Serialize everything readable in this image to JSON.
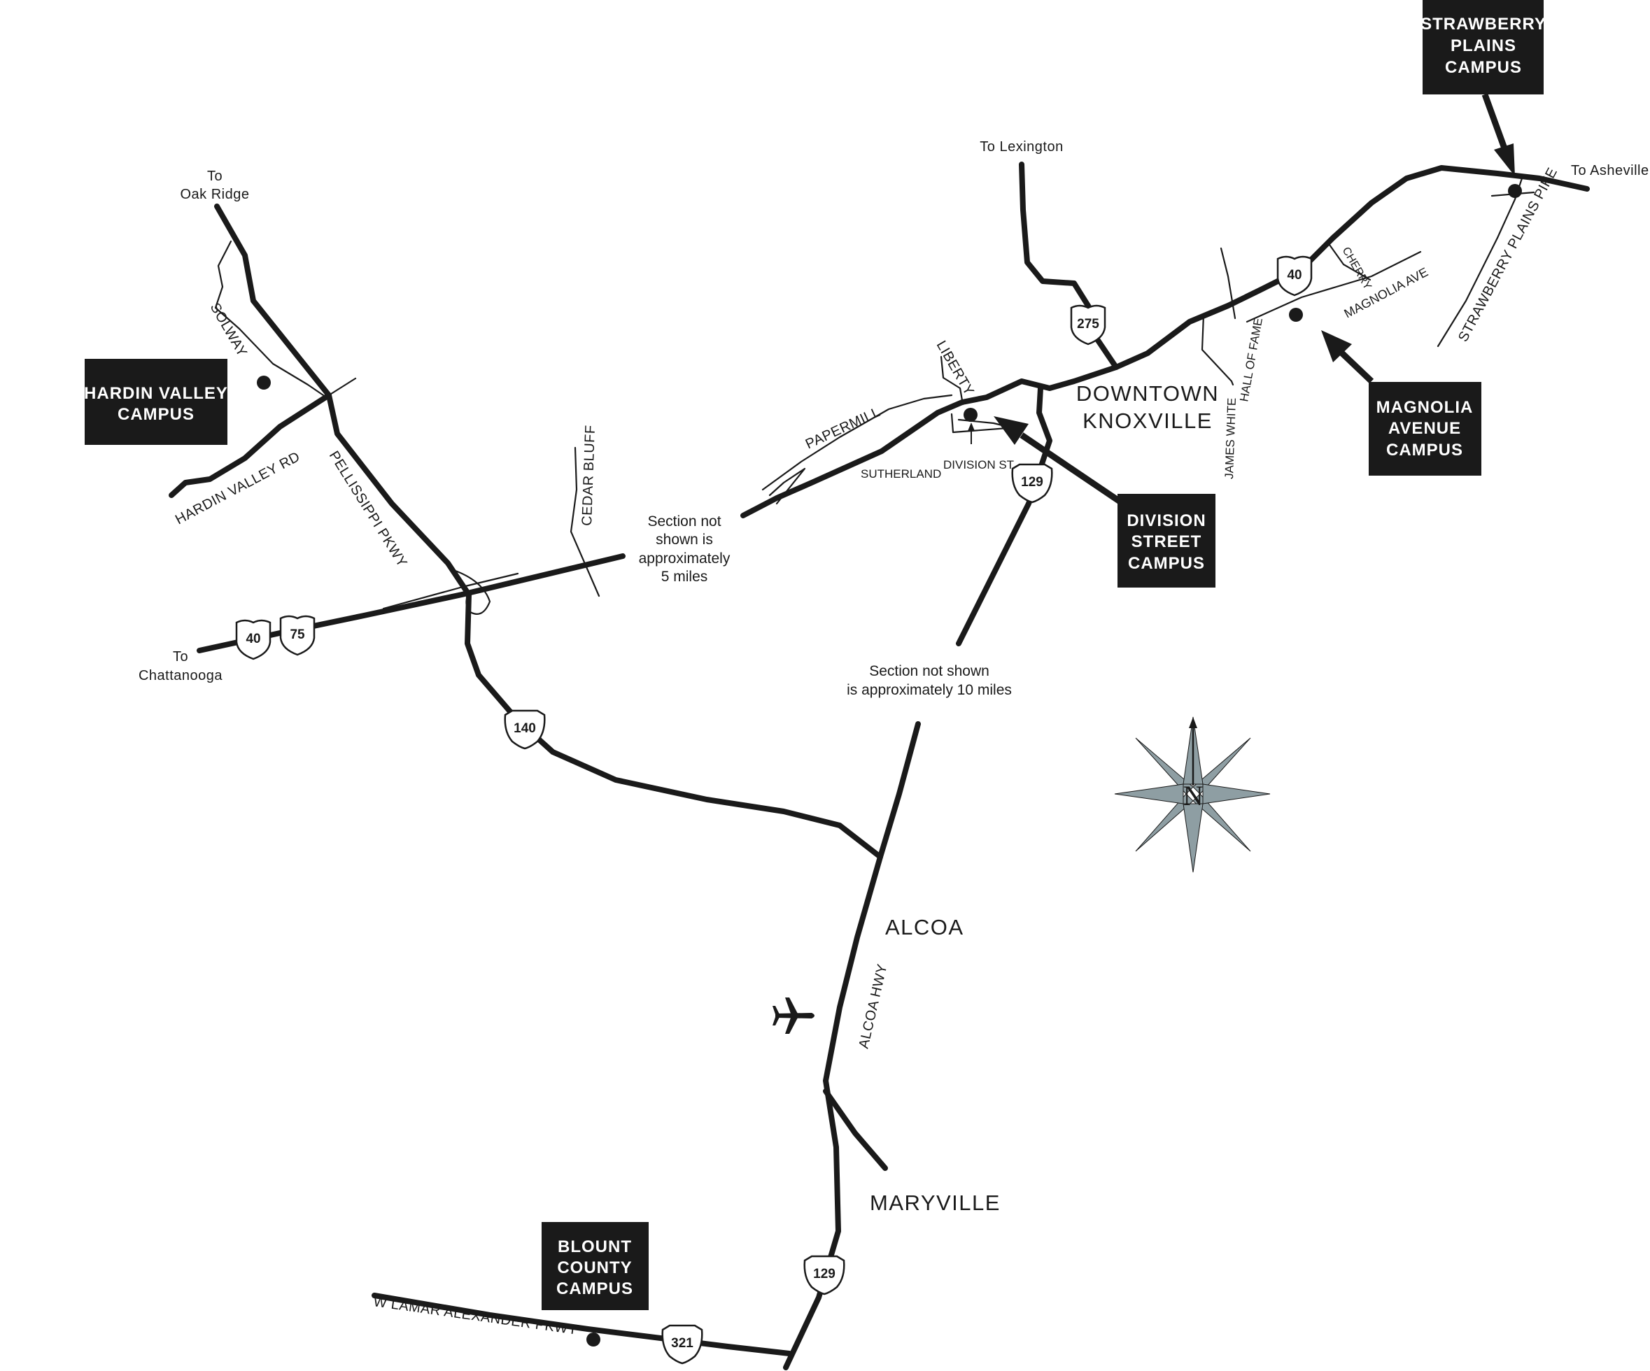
{
  "campuses": {
    "strawberry_plains": [
      "STRAWBERRY",
      "PLAINS",
      "CAMPUS"
    ],
    "hardin_valley": [
      "HARDIN VALLEY",
      "CAMPUS"
    ],
    "magnolia_avenue": [
      "MAGNOLIA",
      "AVENUE",
      "CAMPUS"
    ],
    "division_street": [
      "DIVISION",
      "STREET",
      "CAMPUS"
    ],
    "blount_county": [
      "BLOUNT",
      "COUNTY",
      "CAMPUS"
    ]
  },
  "destinations": {
    "oak_ridge": [
      "To",
      "Oak Ridge"
    ],
    "lexington": "To Lexington",
    "asheville": "To Asheville",
    "chattanooga": [
      "To",
      "Chattanooga"
    ]
  },
  "roads": {
    "solway": "SOLWAY",
    "hardin_valley_rd": "HARDIN VALLEY RD",
    "pellissippi_pkwy": "PELLISSIPPI PKWY",
    "cedar_bluff": "CEDAR BLUFF",
    "papermill": "PAPERMILL",
    "liberty": "LIBERTY",
    "sutherland": "SUTHERLAND",
    "division_st": "DIVISION ST",
    "james_white": "JAMES WHITE",
    "hall_of_fame": "HALL OF FAME",
    "cherry": "CHERRY",
    "magnolia_ave": "MAGNOLIA AVE",
    "strawberry_plains_pike": "STRAWBERRY PLAINS PIKE",
    "alcoa_hwy": "ALCOA HWY",
    "w_lamar_alexander_pkwy": "W LAMAR ALEXANDER PKWY"
  },
  "cities": {
    "downtown": [
      "DOWNTOWN",
      "KNOXVILLE"
    ],
    "alcoa": "ALCOA",
    "maryville": "MARYVILLE"
  },
  "notes": {
    "section_5": [
      "Section not",
      "shown is",
      "approximately",
      "5 miles"
    ],
    "section_10": [
      "Section not shown",
      "is approximately 10 miles"
    ]
  },
  "shields": {
    "i40_west": "40",
    "i75": "75",
    "i40_east": "40",
    "i275": "275",
    "us129_north": "129",
    "us140": "140",
    "us129_south": "129",
    "us321": "321"
  },
  "compass": {
    "north_letter": "N",
    "color": "#8e9ea3"
  },
  "icons": {
    "airport": "airplane-icon"
  }
}
